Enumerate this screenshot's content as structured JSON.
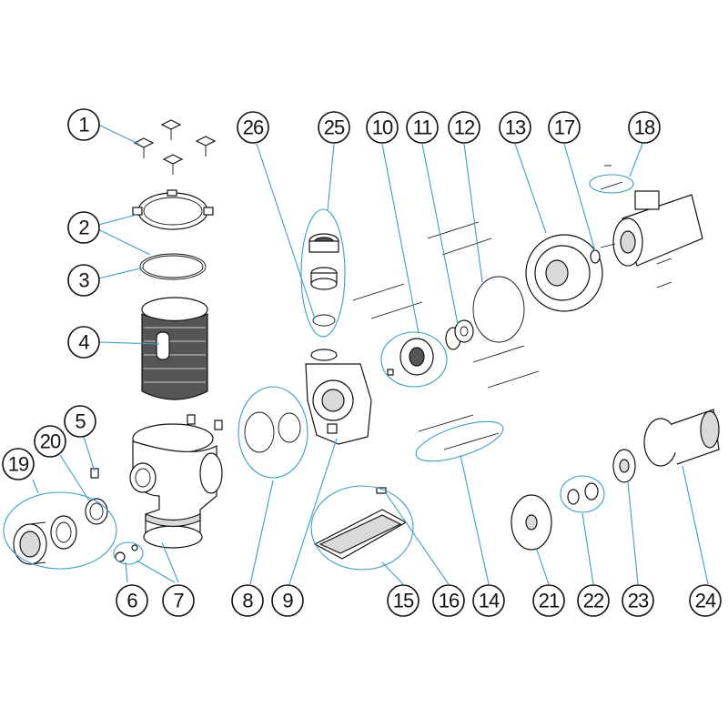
{
  "callouts": [
    {
      "id": "1",
      "label": "1"
    },
    {
      "id": "2",
      "label": "2"
    },
    {
      "id": "3",
      "label": "3"
    },
    {
      "id": "4",
      "label": "4"
    },
    {
      "id": "5",
      "label": "5"
    },
    {
      "id": "6",
      "label": "6"
    },
    {
      "id": "7",
      "label": "7"
    },
    {
      "id": "8",
      "label": "8"
    },
    {
      "id": "9",
      "label": "9"
    },
    {
      "id": "10",
      "label": "10"
    },
    {
      "id": "11",
      "label": "11"
    },
    {
      "id": "12",
      "label": "12"
    },
    {
      "id": "13",
      "label": "13"
    },
    {
      "id": "14",
      "label": "14"
    },
    {
      "id": "15",
      "label": "15"
    },
    {
      "id": "16",
      "label": "16"
    },
    {
      "id": "17",
      "label": "17"
    },
    {
      "id": "18",
      "label": "18"
    },
    {
      "id": "19",
      "label": "19"
    },
    {
      "id": "20",
      "label": "20"
    },
    {
      "id": "21",
      "label": "21"
    },
    {
      "id": "22",
      "label": "22"
    },
    {
      "id": "23",
      "label": "23"
    },
    {
      "id": "24",
      "label": "24"
    },
    {
      "id": "25",
      "label": "25"
    },
    {
      "id": "26",
      "label": "26"
    }
  ],
  "colors": {
    "leader": "#3a9fc0",
    "outline": "#111111",
    "background": "#ffffff"
  }
}
